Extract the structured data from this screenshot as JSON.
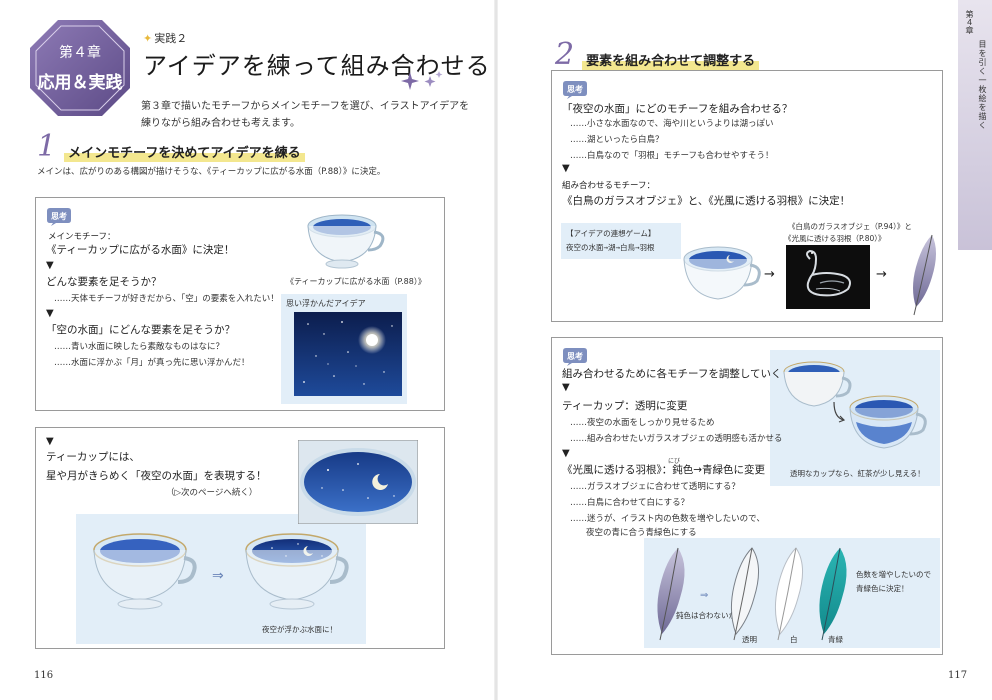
{
  "left": {
    "chapter": {
      "number": "第４章",
      "name": "応用＆実践"
    },
    "practice_tag": "実践２",
    "title": "アイデアを練って組み合わせる",
    "intro": "第３章で描いたモチーフからメインモチーフを選び、イラストアイデアを練りながら組み合わせも考えます。",
    "section1": {
      "number": "1",
      "title": "メインモチーフを決めてアイデアを練る",
      "sub": "メインは、広がりのある構図が描けそうな、《ティーカップに広がる水面（P.88）》に決定。"
    },
    "card1": {
      "badge": "思考",
      "label": "メインモチーフ：",
      "decision": "《ティーカップに広がる水面》に決定！",
      "tri1": "▼",
      "q1": "どんな要素を足そうか？",
      "a1": "……天体モチーフが好きだから、「空」の要素を入れたい！",
      "tri2": "▼",
      "q2": "「空の水面」にどんな要素を足そうか？",
      "a2": "……青い水面に映したら素敵なものはなに？",
      "a3": "……水面に浮かぶ「月」が真っ先に思い浮かんだ！",
      "img_caption": "《ティーカップに広がる水面（P.88）》",
      "idea_caption": "思い浮かんだアイデア"
    },
    "card2": {
      "tri": "▼",
      "line1": "ティーカップには、",
      "line2": "星や月がきらめく「夜空の水面」を表現する！",
      "next": "（▷次のページへ続く）",
      "hand_caption": "夜空が浮かぶ水面に！"
    },
    "page_number": "116"
  },
  "right": {
    "section2": {
      "number": "2",
      "title": "要素を組み合わせて調整する"
    },
    "card3": {
      "badge": "思考",
      "q": "「夜空の水面」にどのモチーフを組み合わせる？",
      "a1": "……小さな水面なので、海や川というよりは湖っぽい",
      "a2": "……湖といったら白鳥？",
      "a3": "……白鳥なので「羽根」モチーフも合わせやすそう！",
      "tri": "▼",
      "label": "組み合わせるモチーフ：",
      "decision": "《白鳥のガラスオブジェ》と、《光風に透ける羽根》に決定！",
      "game_title": "【アイデアの連想ゲーム】",
      "game_chain": "夜空の水面→湖→白鳥→羽根",
      "ref1": "《白鳥のガラスオブジェ（P.94）》と",
      "ref2": "《光風に透ける羽根（P.80）》",
      "arrow": "→"
    },
    "card4": {
      "badge": "思考",
      "heading": "組み合わせるために各モチーフを調整していく",
      "tri1": "▼",
      "cup_head": "ティーカップ：透明に変更",
      "cup_a1": "……夜空の水面をしっかり見せるため",
      "cup_a2": "……組み合わせたいガラスオブジェの透明感も活かせる",
      "tri2": "▼",
      "feather_head": "《光風に透ける羽根》：鈍色→青緑色に変更",
      "ruby": "にび",
      "f_a1": "……ガラスオブジェに合わせて透明にする？",
      "f_a2": "……白鳥に合わせて白にする？",
      "f_a3": "……迷うが、イラスト内の色数を増やしたいので、",
      "f_a4": "夜空の青に合う青緑色にする",
      "hand_cup": "透明なカップなら、紅茶が少し見える！",
      "hand_color": "色数を増やしたいので青緑色に決定！",
      "hand_no": "鈍色は合わないかも",
      "hand_clear": "透明",
      "hand_white": "白",
      "hand_teal": "青緑"
    },
    "side": {
      "chapter": "第４章",
      "title": "目を引く一枚絵を描く"
    },
    "page_number": "117"
  }
}
